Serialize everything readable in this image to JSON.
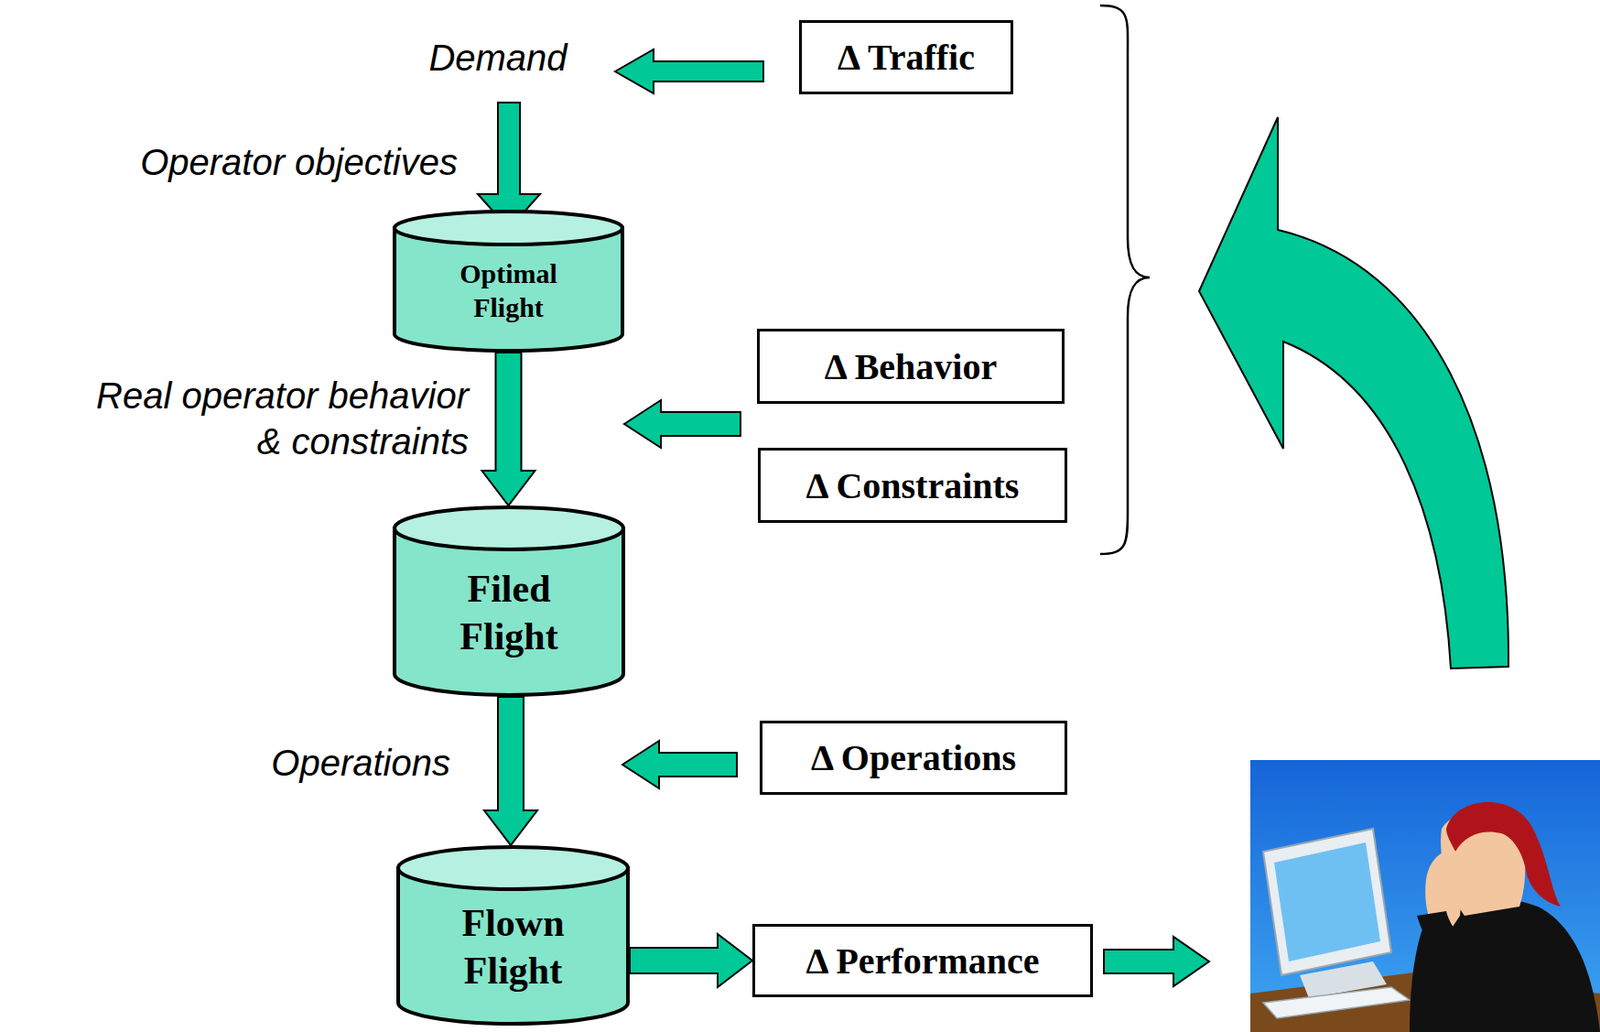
{
  "diagram": {
    "nodes": [
      {
        "text": [
          "Δ Traffic"
        ]
      },
      {
        "text": [
          "Optimal Flight"
        ]
      },
      {
        "text": [
          "Δ Behavior"
        ]
      },
      {
        "text": [
          "Δ Constraints"
        ]
      },
      {
        "text": [
          "Filed Flight"
        ]
      },
      {
        "text": [
          "Δ Operations"
        ]
      },
      {
        "text": [
          "Flown Flight"
        ]
      },
      {
        "text": [
          "Δ Performance"
        ]
      }
    ],
    "edges": [
      {
        "from": 1,
        "to": 4,
        "arrow": "to"
      },
      {
        "from": 4,
        "to": 6,
        "arrow": "to"
      },
      {
        "from": 6,
        "to": 7,
        "arrow": "to"
      }
    ],
    "labels": [
      "Demand",
      "Operator objectives",
      "Real operator behavior & constraints",
      "Operations"
    ]
  }
}
